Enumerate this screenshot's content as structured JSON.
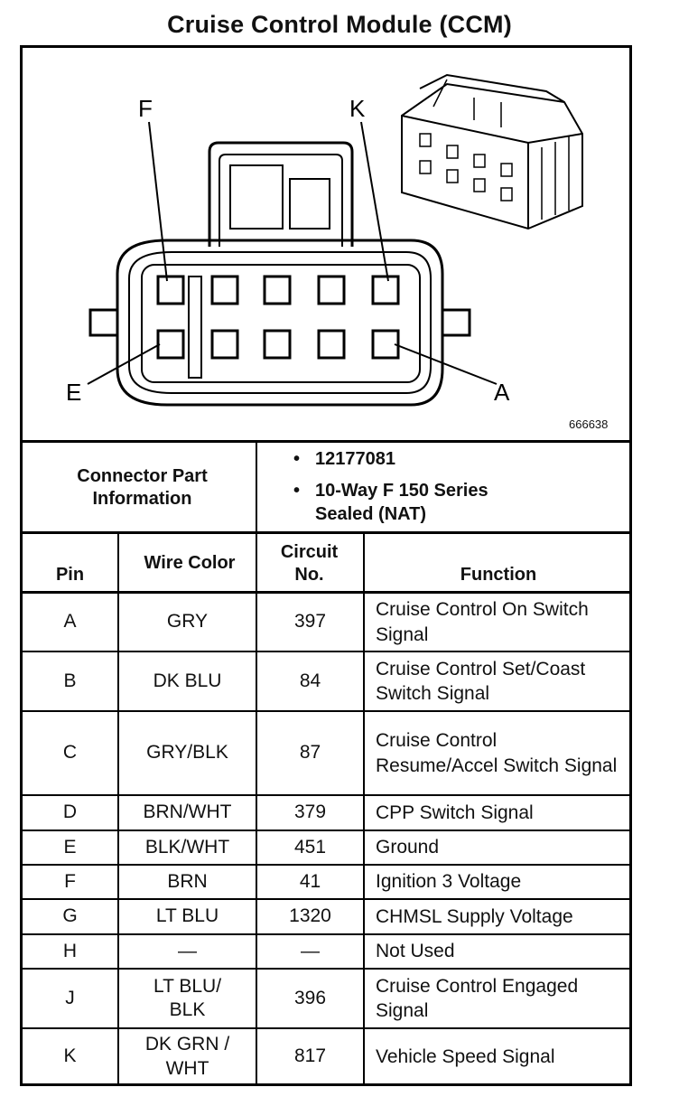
{
  "title": "Cruise Control Module (CCM)",
  "figure_number": "666638",
  "pin_callouts": {
    "F": "F",
    "K": "K",
    "E": "E",
    "A": "A"
  },
  "connector_info": {
    "label": "Connector Part Information",
    "items": [
      "12177081",
      "10-Way F 150 Series Sealed (NAT)"
    ]
  },
  "table": {
    "headers": {
      "pin": "Pin",
      "wire_color": "Wire Color",
      "circuit": "Circuit No.",
      "function": "Function"
    },
    "rows": [
      {
        "pin": "A",
        "wire_color": "GRY",
        "circuit": "397",
        "function": "Cruise Control On Switch Signal"
      },
      {
        "pin": "B",
        "wire_color": "DK BLU",
        "circuit": "84",
        "function": "Cruise Control Set/Coast Switch Signal"
      },
      {
        "pin": "C",
        "wire_color": "GRY/BLK",
        "circuit": "87",
        "function": "Cruise Control Resume/Accel Switch Signal"
      },
      {
        "pin": "D",
        "wire_color": "BRN/WHT",
        "circuit": "379",
        "function": "CPP Switch Signal"
      },
      {
        "pin": "E",
        "wire_color": "BLK/WHT",
        "circuit": "451",
        "function": "Ground"
      },
      {
        "pin": "F",
        "wire_color": "BRN",
        "circuit": "41",
        "function": "Ignition 3 Voltage"
      },
      {
        "pin": "G",
        "wire_color": "LT BLU",
        "circuit": "1320",
        "function": "CHMSL Supply Voltage"
      },
      {
        "pin": "H",
        "wire_color": "—",
        "circuit": "—",
        "function": "Not Used"
      },
      {
        "pin": "J",
        "wire_color": "LT BLU/ BLK",
        "circuit": "396",
        "function": "Cruise Control Engaged Signal"
      },
      {
        "pin": "K",
        "wire_color": "DK GRN / WHT",
        "circuit": "817",
        "function": "Vehicle Speed Signal"
      }
    ]
  }
}
